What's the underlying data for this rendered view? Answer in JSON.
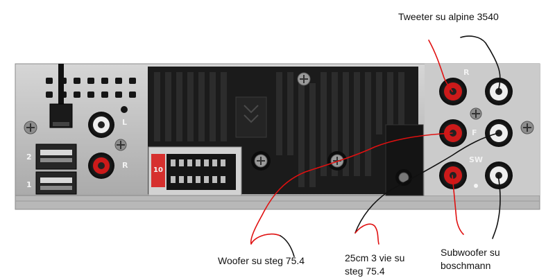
{
  "annotations": {
    "tweeter": "Tweeter su alpine 3540",
    "woofer": "Woofer su steg 75.4",
    "threeway": "25cm 3 vie su\nsteg 75.4",
    "subwoofer": "Subwoofer su\nboschmann"
  },
  "panel_markings": {
    "rca_left": "L",
    "rca_right": "R",
    "usb_port_2": "2",
    "usb_port_1": "1",
    "out_rear": "R",
    "out_front": "F",
    "out_sub": "SW",
    "connector_number": "10"
  },
  "colors": {
    "wire_red": "#e01010",
    "wire_black": "#111111",
    "rca_red": "#cc1a1a",
    "chassis": "#bfbfbf"
  }
}
